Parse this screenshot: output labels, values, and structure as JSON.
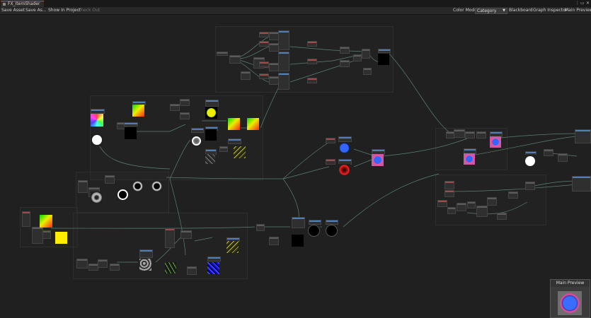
{
  "window": {
    "tab_title": "FX_ItemShader",
    "controls": [
      "⋮",
      "▭",
      "✕"
    ]
  },
  "toolbar": {
    "save_asset": "Save Asset",
    "save_as": "Save As...",
    "show_in_project": "Show In Project",
    "check_out": "Check Out",
    "color_mode_label": "Color Mode",
    "color_mode_value": "Category",
    "blackboard": "Blackboard",
    "graph_inspector": "Graph Inspector",
    "main_preview": "Main Preview"
  },
  "main_preview": {
    "title": "Main Preview"
  },
  "colors": {
    "accent": "#3e7fd6",
    "wire": "#6fa28a"
  }
}
